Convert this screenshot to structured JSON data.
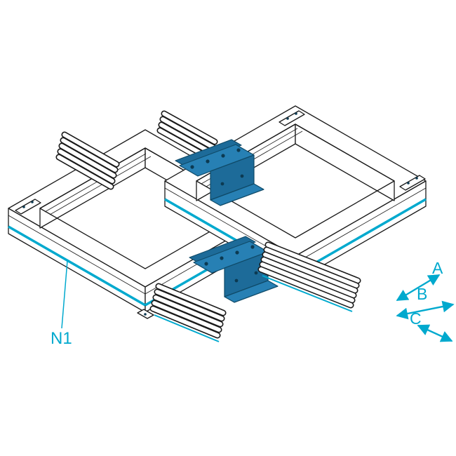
{
  "diagram": {
    "part_label": "N1",
    "dimension_labels": {
      "a": "A",
      "b": "B",
      "c": "C"
    },
    "colors": {
      "accent_cyan": "#00A9CE",
      "outline": "#1A1A1A",
      "bracket_blue": "#2780B4",
      "bracket_web_blue": "#1D6B99",
      "background": "#FFFFFF"
    }
  }
}
